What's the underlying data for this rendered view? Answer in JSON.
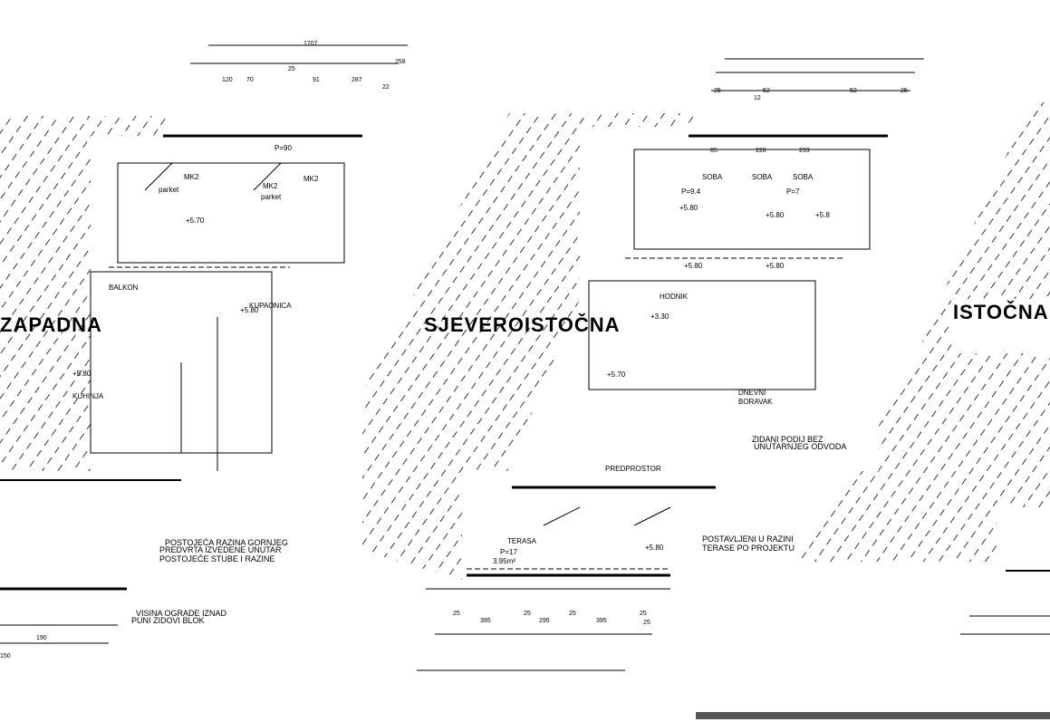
{
  "drawing": {
    "title_left": "ZAPADNA",
    "title_middle": "SJEVEROISTOČNA",
    "title_right": "ISTOČNA",
    "top_dimensions_left": [
      "1707",
      "25",
      "258",
      "120",
      "70",
      "91",
      "287",
      "22"
    ],
    "top_dimensions_right": [
      "25",
      "52",
      "52",
      "25",
      "12",
      "85",
      "228",
      "233"
    ],
    "bottom_dimensions_middle": [
      "25",
      "395",
      "25",
      "295",
      "25",
      "395",
      "25",
      "25"
    ],
    "bottom_dimensions_left": [
      "150",
      "190"
    ],
    "room_labels": [
      "MK2",
      "parket",
      "MK2",
      "parket",
      "MK2",
      "SOBA",
      "SOBA",
      "SOBA",
      "P=9.4",
      "P=7",
      "P=90",
      "KUPAONICA",
      "BALKON",
      "KUHINJA",
      "TERASA",
      "P=17",
      "3.95m²",
      "DNEVNI",
      "BORAVAK",
      "HODNIK",
      "PREDPROSTOR"
    ],
    "levels": [
      "+5.70",
      "+5.80",
      "+5.80",
      "+5.70",
      "+5.80",
      "+5.80",
      "+5.80",
      "+5.80",
      "+3.30",
      "+5.8",
      "+5.80"
    ],
    "notes": [
      "POSTOJEĆA RAZINA GORNJEG",
      "PREDVRTA IZVEDENE UNUTAR",
      "POSTOJEĆE STUBE I RAZINE",
      "VISINA OGRADE IZNAD",
      "PUNI ZIDOVI BLOK",
      "ZIDANI PODIJ BEZ",
      "UNUTARNJEG ODVODA",
      "POSTAVLJENI U RAZINI",
      "TERASE PO PROJEKTU"
    ]
  }
}
